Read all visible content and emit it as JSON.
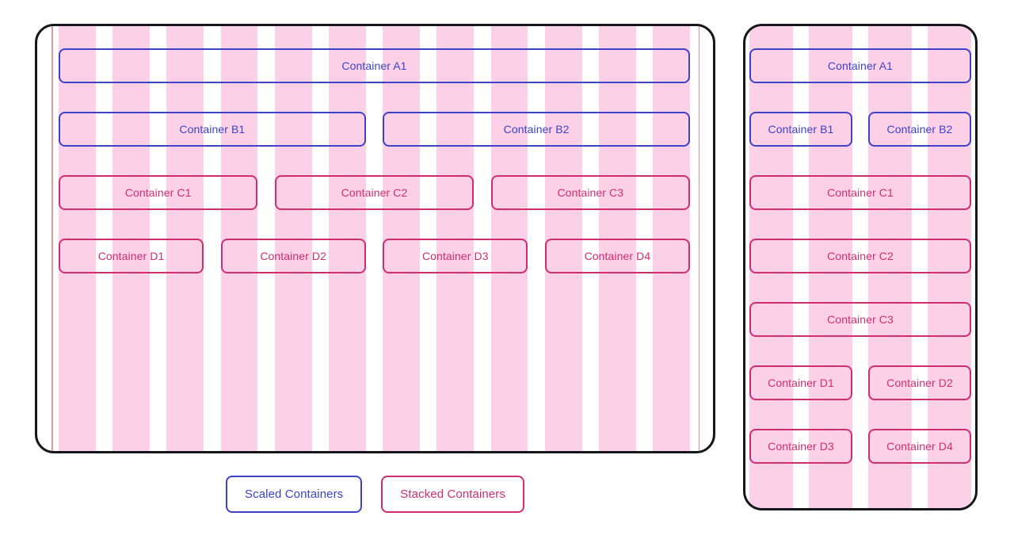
{
  "colors": {
    "frame_border": "#16161d",
    "stripe_pink": "#fcd1e8",
    "accent_blue": "#3d42c8",
    "accent_pink": "#cf2d70",
    "edge_line": "#dd9999",
    "background": "#ffffff"
  },
  "wide_frame": {
    "columns": 12,
    "containers": [
      {
        "label": "Container A1",
        "variant": "blue"
      },
      {
        "label": "Container B1",
        "variant": "blue"
      },
      {
        "label": "Container B2",
        "variant": "blue"
      },
      {
        "label": "Container C1",
        "variant": "pink"
      },
      {
        "label": "Container C2",
        "variant": "pink"
      },
      {
        "label": "Container C3",
        "variant": "pink"
      },
      {
        "label": "Container D1",
        "variant": "pink"
      },
      {
        "label": "Container D2",
        "variant": "pink"
      },
      {
        "label": "Container D3",
        "variant": "pink"
      },
      {
        "label": "Container D4",
        "variant": "pink"
      }
    ]
  },
  "narrow_frame": {
    "columns": 4,
    "containers": [
      {
        "label": "Container A1",
        "variant": "blue"
      },
      {
        "label": "Container B1",
        "variant": "blue"
      },
      {
        "label": "Container B2",
        "variant": "blue"
      },
      {
        "label": "Container C1",
        "variant": "pink"
      },
      {
        "label": "Container C2",
        "variant": "pink"
      },
      {
        "label": "Container C3",
        "variant": "pink"
      },
      {
        "label": "Container D1",
        "variant": "pink"
      },
      {
        "label": "Container D2",
        "variant": "pink"
      },
      {
        "label": "Container D3",
        "variant": "pink"
      },
      {
        "label": "Container D4",
        "variant": "pink"
      }
    ]
  },
  "legend": {
    "scaled_label": "Scaled Containers",
    "stacked_label": "Stacked Containers"
  }
}
